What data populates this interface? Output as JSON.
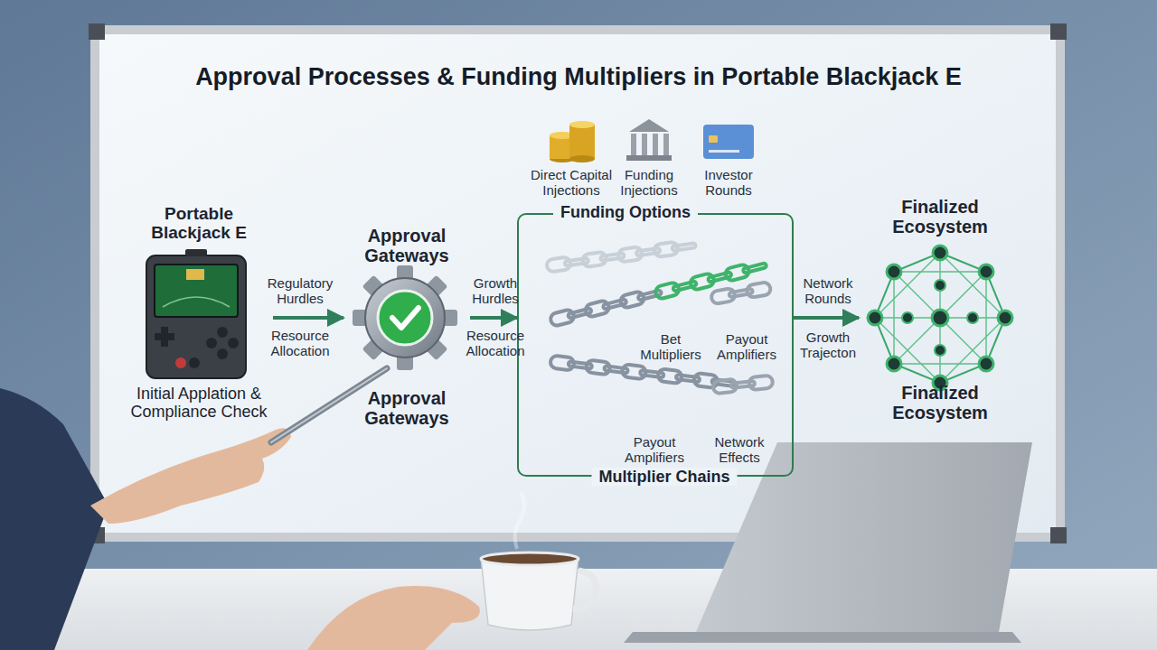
{
  "diagram": {
    "title": "Approval Processes & Funding Multipliers in Portable Blackjack E",
    "nodes": [
      {
        "text": [
          "Portable Blackjack E",
          "Initial Applation & Compliance Check"
        ]
      },
      {
        "text": [
          "Approval Gateways",
          "Approval Gateways"
        ]
      },
      {
        "text": [
          "Funding Options",
          "Multiplier Chains"
        ]
      },
      {
        "text": [
          "Finalized Ecosystem",
          "Finalized Ecosystem"
        ]
      }
    ],
    "edges": [
      {
        "from": 0,
        "to": 1,
        "label": "Regulatory Hurdles",
        "arrow": "to"
      },
      {
        "from": 1,
        "to": 2,
        "label": "Growth Hurdles",
        "arrow": "to"
      },
      {
        "from": 2,
        "to": 3,
        "label": "Network Rounds",
        "arrow": "to"
      }
    ],
    "labels": [
      "Direct Capital Injections",
      "Funding Injections",
      "Investor Rounds",
      "Resource Allocation",
      "Resource Allocation",
      "Bet Multipliers",
      "Payout Amplifiers",
      "Payout Amplifiers",
      "Network Effects",
      "Growth Trajecton"
    ]
  }
}
